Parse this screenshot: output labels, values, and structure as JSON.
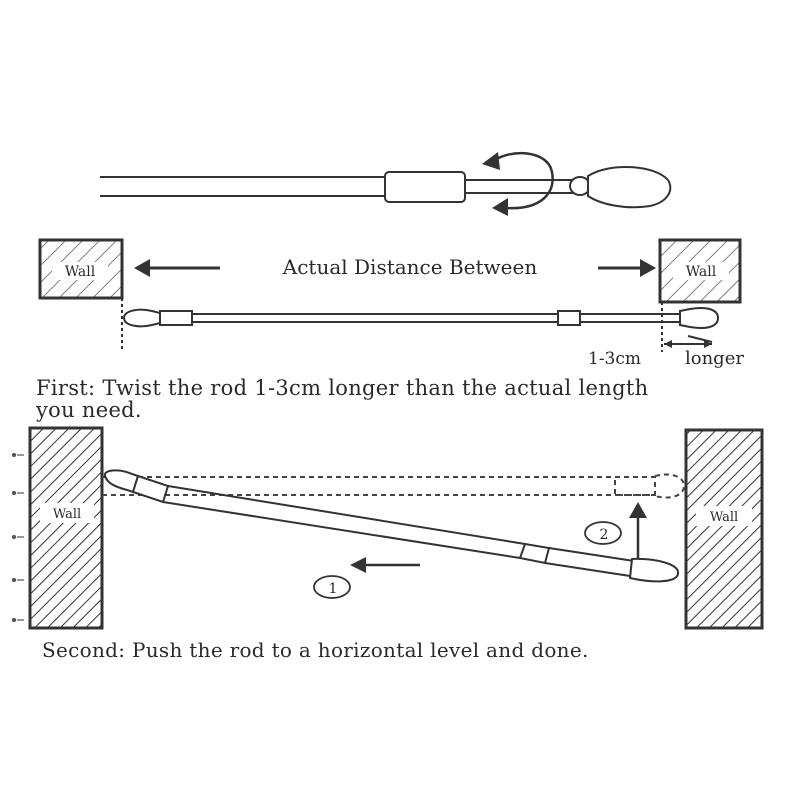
{
  "diagram": {
    "labels": {
      "wall": "Wall",
      "actual_distance": "Actual Distance Between",
      "range": "1-3cm",
      "longer": "longer",
      "marker_1": "1",
      "marker_2": "2"
    },
    "steps": {
      "first_line1": "First: Twist the rod 1-3cm longer than the actual length",
      "first_line2": "you need.",
      "second": "Second: Push the rod to a horizontal level and done."
    }
  }
}
